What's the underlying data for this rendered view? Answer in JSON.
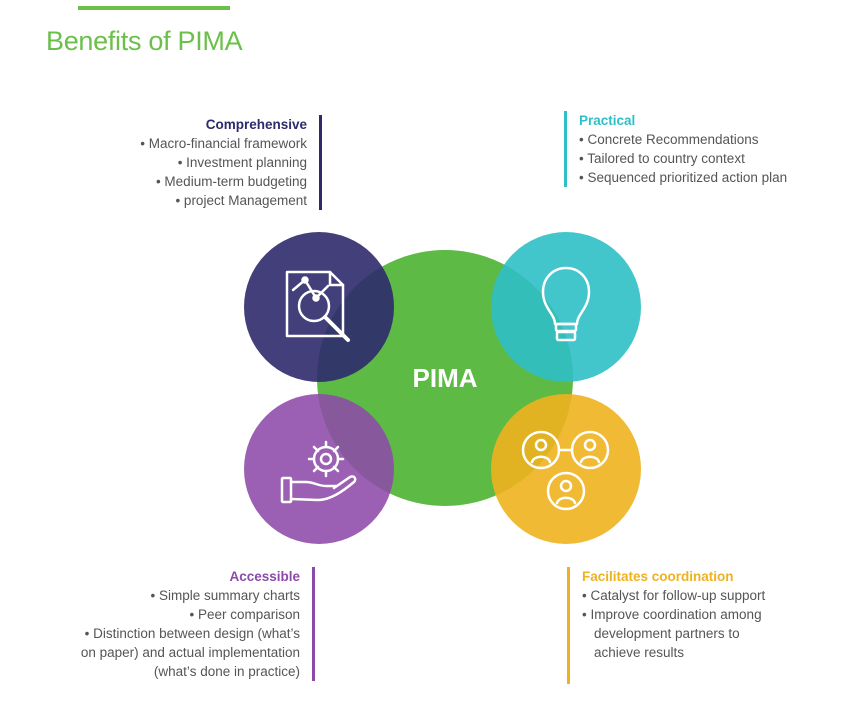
{
  "header": {
    "title": "Benefits of PIMA"
  },
  "center": {
    "label": "PIMA",
    "color": "#5dba45"
  },
  "blocks": {
    "comprehensive": {
      "title": "Comprehensive",
      "color": "#2e2a6b",
      "items": [
        "• Macro-financial framework",
        "• Investment planning",
        "• Medium-term budgeting",
        "• project Management"
      ]
    },
    "practical": {
      "title": "Practical",
      "color": "#2fbfc7",
      "items": [
        "• Concrete Recommendations",
        "• Tailored to country context",
        "• Sequenced  prioritized action plan"
      ]
    },
    "accessible": {
      "title": "Accessible",
      "color": "#8d4aa8",
      "items": [
        "• Simple summary charts",
        "• Peer comparison",
        "• Distinction between design (what’s",
        "on paper) and actual implementation",
        "(what’s done in practice)"
      ]
    },
    "coordination": {
      "title": "Facilitates coordination",
      "color": "#efb21f",
      "items": [
        "• Catalyst for follow-up support",
        "• Improve coordination among",
        "development partners to",
        "achieve results"
      ]
    }
  },
  "icons": {
    "comprehensive": "document-magnifier-icon",
    "practical": "lightbulb-icon",
    "accessible": "hand-gear-icon",
    "coordination": "people-network-icon"
  }
}
